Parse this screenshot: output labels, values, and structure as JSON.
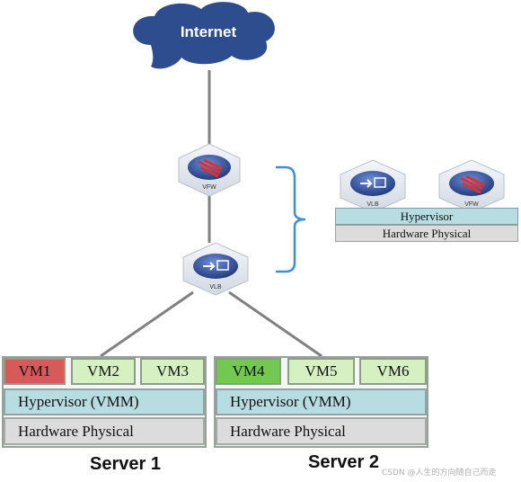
{
  "cloud": {
    "label": "Internet"
  },
  "devices": {
    "vfw_label": "VFW",
    "vlb_label": "VLB"
  },
  "legend": {
    "vlb_label": "VLB",
    "vfw_label": "VFW",
    "hypervisor": "Hypervisor",
    "hardware": "Hardware Physical"
  },
  "server1": {
    "vms": [
      "VM1",
      "VM2",
      "VM3"
    ],
    "hypervisor": "Hypervisor (VMM)",
    "hardware": "Hardware Physical",
    "label": "Server 1"
  },
  "server2": {
    "vms": [
      "VM4",
      "VM5",
      "VM6"
    ],
    "hypervisor": "Hypervisor (VMM)",
    "hardware": "Hardware Physical",
    "label": "Server 2"
  },
  "colors": {
    "vm1": "#d65a5a",
    "vm4": "#73c84f",
    "vm_default": "#d7f0c2",
    "hypervisor": "#b7dde3",
    "hardware": "#dcdcdc",
    "cloud": "#2e4d8f",
    "brace": "#3f8fd6"
  },
  "watermark": "CSDN @人生的方向随自己而走"
}
